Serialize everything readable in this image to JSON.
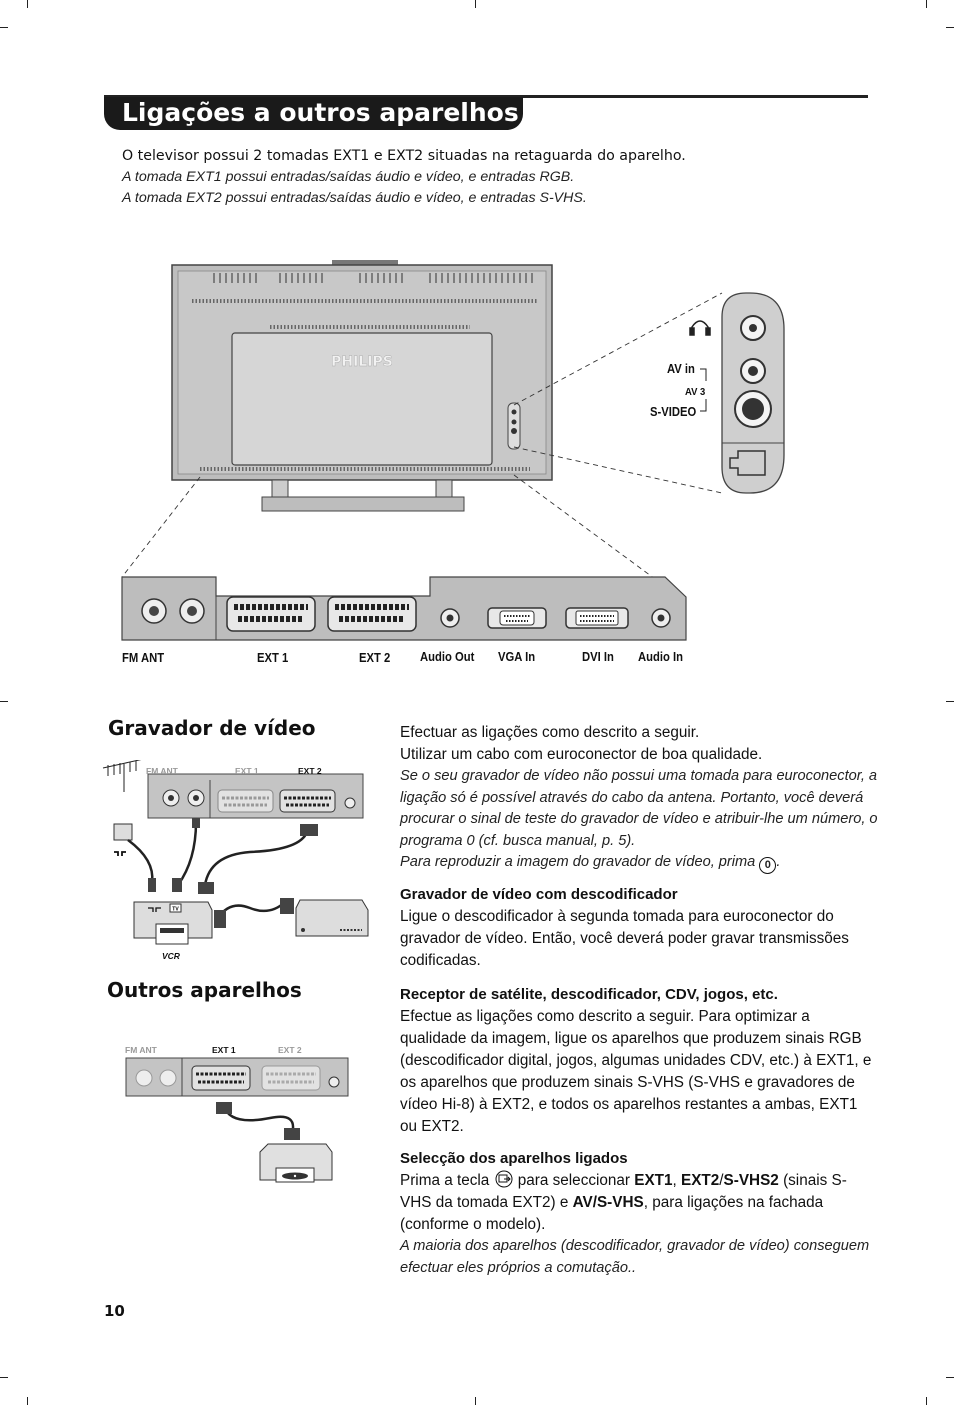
{
  "page": {
    "title": "Ligações a outros aparelhos",
    "page_number": "10"
  },
  "intro": {
    "line1": "O televisor possui 2 tomadas EXT1 e EXT2 situadas na retaguarda do aparelho.",
    "line2": "A tomada EXT1 possui entradas/saídas áudio e vídeo, e entradas RGB.",
    "line3": "A tomada EXT2 possui entradas/saídas áudio e vídeo, e entradas S-VHS."
  },
  "tv_diagram": {
    "brand": "PHILIPS",
    "side_panel": {
      "av_in": "AV in",
      "av3": "AV 3",
      "svideo": "S-VIDEO"
    },
    "rear_ports": {
      "fm_ant": "FM ANT",
      "ext1": "EXT 1",
      "ext2": "EXT 2",
      "audio_out": "Audio Out",
      "vga_in": "VGA In",
      "dvi_in": "DVI In",
      "audio_in": "Audio In"
    }
  },
  "vcr_section": {
    "heading": "Gravador de vídeo",
    "diagram": {
      "fm_ant": "FM ANT",
      "ext1": "EXT 1",
      "ext2": "EXT 2",
      "vcr_label": "VCR",
      "tv_label": "TV"
    },
    "p1": "Efectuar as ligações como descrito a seguir.",
    "p2": "Utilizar um cabo com euroconector de boa qualidade.",
    "it1": "Se o seu gravador de vídeo não possui uma tomada para euroconector, a ligação só é possível através do cabo da antena. Portanto, você deverá procurar o sinal de teste do gravador de vídeo e atribuir-lhe um número, o programa 0 (cf. busca manual, p. 5).",
    "it2": "Para reproduzir a imagem do gravador de vídeo, prima",
    "it2_key": "0",
    "decoder_title": "Gravador de vídeo com descodificador",
    "decoder_text": "Ligue o descodificador à segunda tomada para euroconector do gravador de vídeo. Então, você deverá poder gravar transmissões codificadas."
  },
  "other_section": {
    "heading": "Outros aparelhos",
    "diagram": {
      "fm_ant": "FM ANT",
      "ext1": "EXT 1",
      "ext2": "EXT 2"
    },
    "sat_title": "Receptor de satélite, descodificador, CDV, jogos, etc.",
    "sat_text": "Efectue as ligações como descrito a seguir. Para optimizar a qualidade da imagem, ligue os aparelhos que produzem sinais RGB (descodificador digital, jogos, algumas unidades CDV, etc.) à EXT1, e os aparelhos que produzem sinais S-VHS (S-VHS e gravadores de vídeo Hi-8) à EXT2, e todos os aparelhos restantes a ambas, EXT1 ou EXT2.",
    "sel_title": "Selecção dos aparelhos ligados",
    "sel_pre": "Prima a tecla",
    "sel_mid": "para seleccionar",
    "sel_ext1": "EXT1",
    "sel_ext2": "EXT2",
    "sel_svhs2": "S-VHS2",
    "sel_after": "(sinais S-VHS da tomada EXT2) e",
    "sel_avsvhs": "AV/S-VHS",
    "sel_end": ", para ligações na fachada (conforme o modelo).",
    "note": "A maioria dos aparelhos (descodificador, gravador de vídeo) conseguem efectuar eles próprios a comutação.."
  }
}
